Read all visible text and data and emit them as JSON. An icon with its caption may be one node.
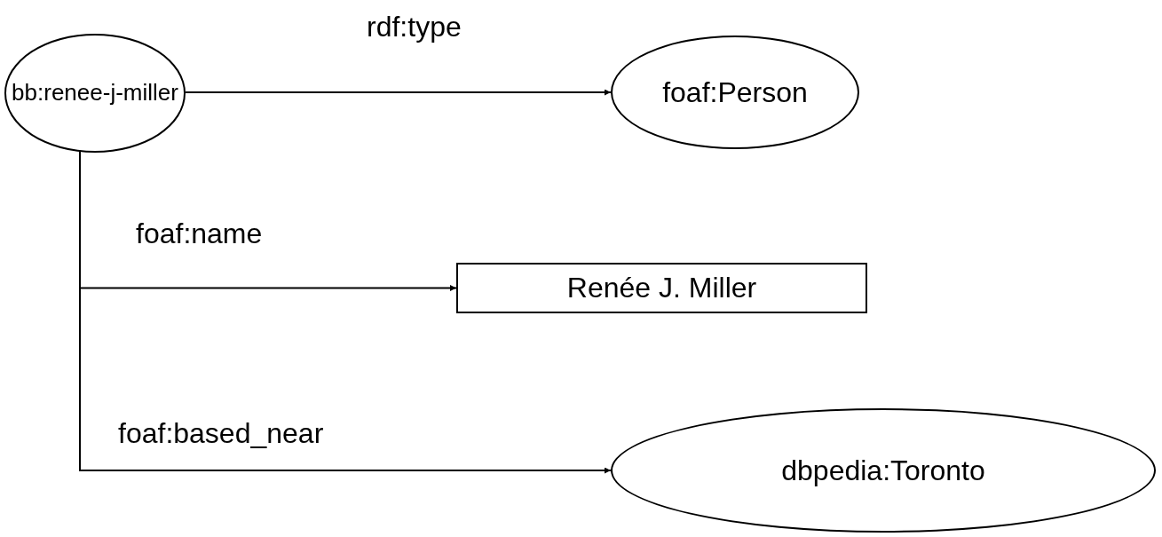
{
  "diagram": {
    "nodes": [
      {
        "text": [
          "bb:renee-j-miller"
        ]
      },
      {
        "text": [
          "foaf:Person"
        ]
      },
      {
        "text": [
          "Renée J. Miller"
        ]
      },
      {
        "text": [
          "dbpedia:Toronto"
        ]
      }
    ],
    "edges": [
      {
        "from": 0,
        "to": 1,
        "arrow": "to",
        "label": "rdf:type"
      },
      {
        "from": 0,
        "to": 2,
        "arrow": "to",
        "label": "foaf:name"
      },
      {
        "from": 0,
        "to": 3,
        "arrow": "to",
        "label": "foaf:based_near"
      }
    ]
  }
}
